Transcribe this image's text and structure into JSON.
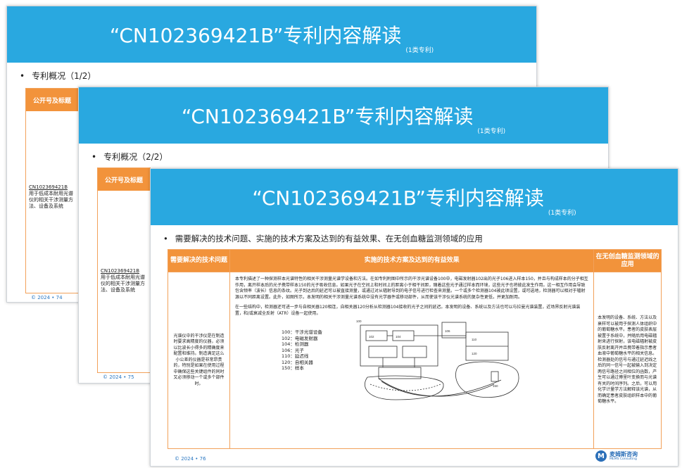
{
  "slides": [
    {
      "title": "“CN102369421B”专利内容解读",
      "subtitle": "(1类专利)",
      "bullet": "专利概况（1/2）",
      "panel_header": "公开号及标题",
      "pub_no": "CN102369421B",
      "pub_title": "用于低成本耐用光谱仪的相关干涉测量方法、设备及系统",
      "footer": "© 2024 • 74"
    },
    {
      "title": "“CN102369421B”专利内容解读",
      "subtitle": "(1类专利)",
      "bullet": "专利概况（2/2）",
      "panel_header": "公开号及标题",
      "pub_no": "CN102369421B",
      "pub_title": "用于低成本耐用光谱仪的相关干涉测量方法、设备及系统",
      "footer": "© 2024 • 75"
    },
    {
      "title": "“CN102369421B”专利内容解读",
      "subtitle": "(1类专利)",
      "bullet": "需要解决的技术问题、实施的技术方案及达到的有益效果、在无创血糖监测领域的应用",
      "col_headers": [
        "需要解决的技术问题",
        "实施的技术方案及达到的有益效果",
        "在无创血糖监测领域的应用"
      ],
      "problem": "光谱仪中的干涉仪是在制造时要求高精度的仪器，必须以比波长小得多的精确度来配置和维持。制造满足这么小公差的仪器是非常昂贵的，特别是如果在使用过程中确保这些关键组件的同时又必须移动一个或多个部件时。",
      "solution_p1": "本专利描述了一种探测样本光谱特性的相关干涉测量光谱学设备和方法。在如专利附图中所示的干涉光谱设备100中，电磁发射器102出的光子106进入样本150，并且与构成样本的分子相互作用，离开样本后的光子携带样本150的光子吸收信息。如果光子在空间上和时间上的距离小于相干间距，随着这些光子通过样本而环境，这些光子也将彼此发生作用。这一相互作用会导致包含频率（波长）信息的条纹。光子到达后的延迟可以被直接测量，或通过对从辐射导到的电子信号进行检查来测量。一个或多个检测器104被此项设置，或可选地，检测器可以相对于辐射源以不同距离设置。此外，如图所示，本发明的相关干涉测量光谱系统中没有光学器件或移动部件，从而使该干涉仪光谱系统的复杂性更低，并更加耐用。",
      "solution_p2": "在一些结构中，检测器还可进一步与自相关器120相连，自相关器120分析从检测器104接收的光子之间的延迟。本发明的设备、系统以及方法也可以与拉曼光谱装置，近场界反射光谱装置，和/或衰减全反射（ATR）设备一起使用。",
      "legend": [
        "100：干涉光谱设备",
        "102：电磁发射器",
        "104：检测器",
        "106：光子",
        "110：延迟线",
        "120：自相关器",
        "150：样本"
      ],
      "application": "本发明的设备、系统、方法以及衰样可以被用于探测人体组织中的葡萄糖水平。患者的皮肤表层被置于系统中，并随后用电磁辐射来进行探射，该电磁辐射被皮肤反射离开并且携带着指示患者血液中葡萄糖水平的相关信息。检测器处的信号与通过延迟线之后的同一信号一起被输入到决定两信号路径之间相位的函数，产生可以通过傅里叶变换而与光谱有关的时间序列。之后，可以用化学计量学方法解释该光谱，从而确定患者皮肤组织样本中的葡萄糖水平。",
      "footer": "© 2024 • 76"
    }
  ],
  "logo": {
    "mark": "M",
    "name": "麦姆斯咨询",
    "name_en": "MEMS Consulting"
  },
  "figure_labels": [
    "100",
    "102",
    "104",
    "106",
    "110",
    "120",
    "150"
  ],
  "colors": {
    "banner": "#29a8e0",
    "header": "#f2933b",
    "border": "#f2a15a",
    "link": "#2346c8"
  }
}
